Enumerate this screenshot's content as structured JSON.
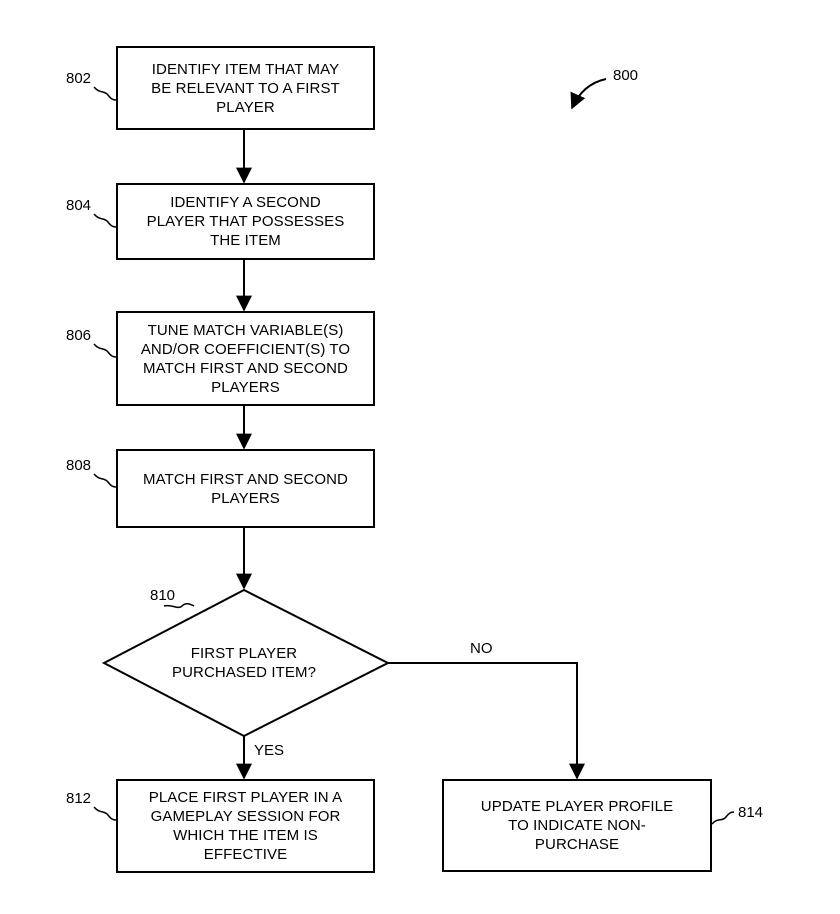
{
  "figure_number": "800",
  "steps": [
    {
      "ref": "802",
      "lines": [
        "IDENTIFY ITEM THAT MAY",
        "BE RELEVANT TO A FIRST",
        "PLAYER"
      ]
    },
    {
      "ref": "804",
      "lines": [
        "IDENTIFY A SECOND",
        "PLAYER THAT POSSESSES",
        "THE ITEM"
      ]
    },
    {
      "ref": "806",
      "lines": [
        "TUNE MATCH VARIABLE(S)",
        "AND/OR COEFFICIENT(S) TO",
        "MATCH FIRST AND SECOND",
        "PLAYERS"
      ]
    },
    {
      "ref": "808",
      "lines": [
        "MATCH FIRST AND SECOND",
        "PLAYERS"
      ]
    },
    {
      "ref": "812",
      "lines": [
        "PLACE FIRST PLAYER IN A",
        "GAMEPLAY SESSION FOR",
        "WHICH THE ITEM IS",
        "EFFECTIVE"
      ]
    },
    {
      "ref": "814",
      "lines": [
        "UPDATE PLAYER PROFILE",
        "TO INDICATE NON-",
        "PURCHASE"
      ]
    }
  ],
  "decision": {
    "ref": "810",
    "lines": [
      "FIRST PLAYER",
      "PURCHASED ITEM?"
    ]
  },
  "edge_labels": {
    "no": "NO",
    "yes": "YES"
  }
}
